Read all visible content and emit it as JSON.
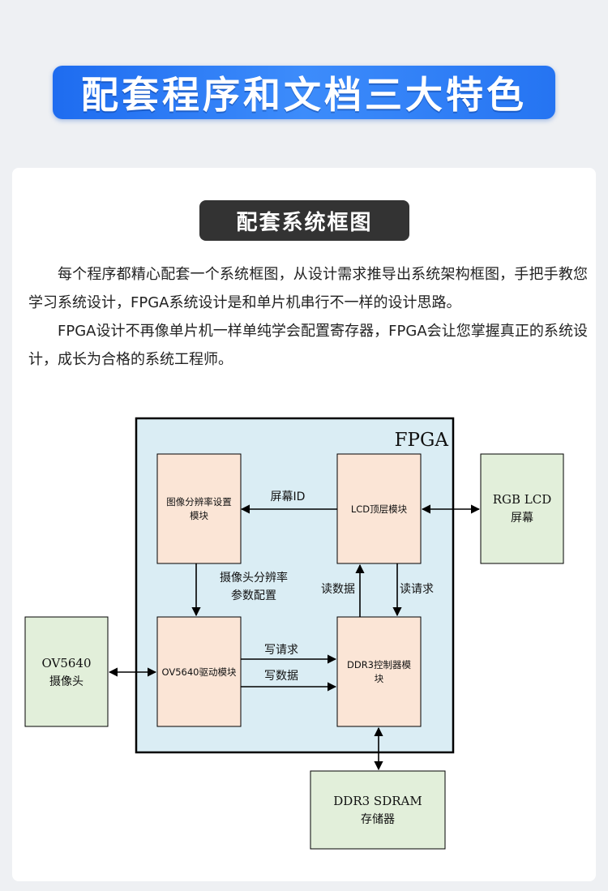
{
  "header": {
    "title": "配套程序和文档三大特色"
  },
  "section": {
    "title": "配套系统框图",
    "paragraphs": [
      "每个程序都精心配套一个系统框图，从设计需求推导出系统架构框图，手把手教您学习系统设计，FPGA系统设计是和单片机串行不一样的设计思路。",
      "FPGA设计不再像单片机一样单纯学会配置寄存器，FPGA会让您掌握真正的系统设计，成长为合格的系统工程师。"
    ]
  },
  "diagram": {
    "fpga_label": "FPGA",
    "blocks": {
      "resolution": [
        "图像分辨率设置",
        "模块"
      ],
      "lcd_top": [
        "LCD顶层模块"
      ],
      "ov_driver": [
        "OV5640驱动模块"
      ],
      "ddr3_ctrl": [
        "DDR3控制器模",
        "块"
      ],
      "rgb_lcd": [
        "RGB LCD",
        "屏幕"
      ],
      "camera": [
        "OV5640",
        "摄像头"
      ],
      "sdram": [
        "DDR3 SDRAM",
        "存储器"
      ]
    },
    "labels": {
      "screen_id": "屏幕ID",
      "cam_res": [
        "摄像头分辨率",
        "参数配置"
      ],
      "read_data": "读数据",
      "read_req": "读请求",
      "write_req": "写请求",
      "write_data": "写数据"
    },
    "colors": {
      "fpga_bg": "#daedf4",
      "module_bg": "#fbe5d6",
      "external_bg": "#e2efda",
      "banner": "#2d7ff6",
      "title_bg": "#333333"
    }
  }
}
